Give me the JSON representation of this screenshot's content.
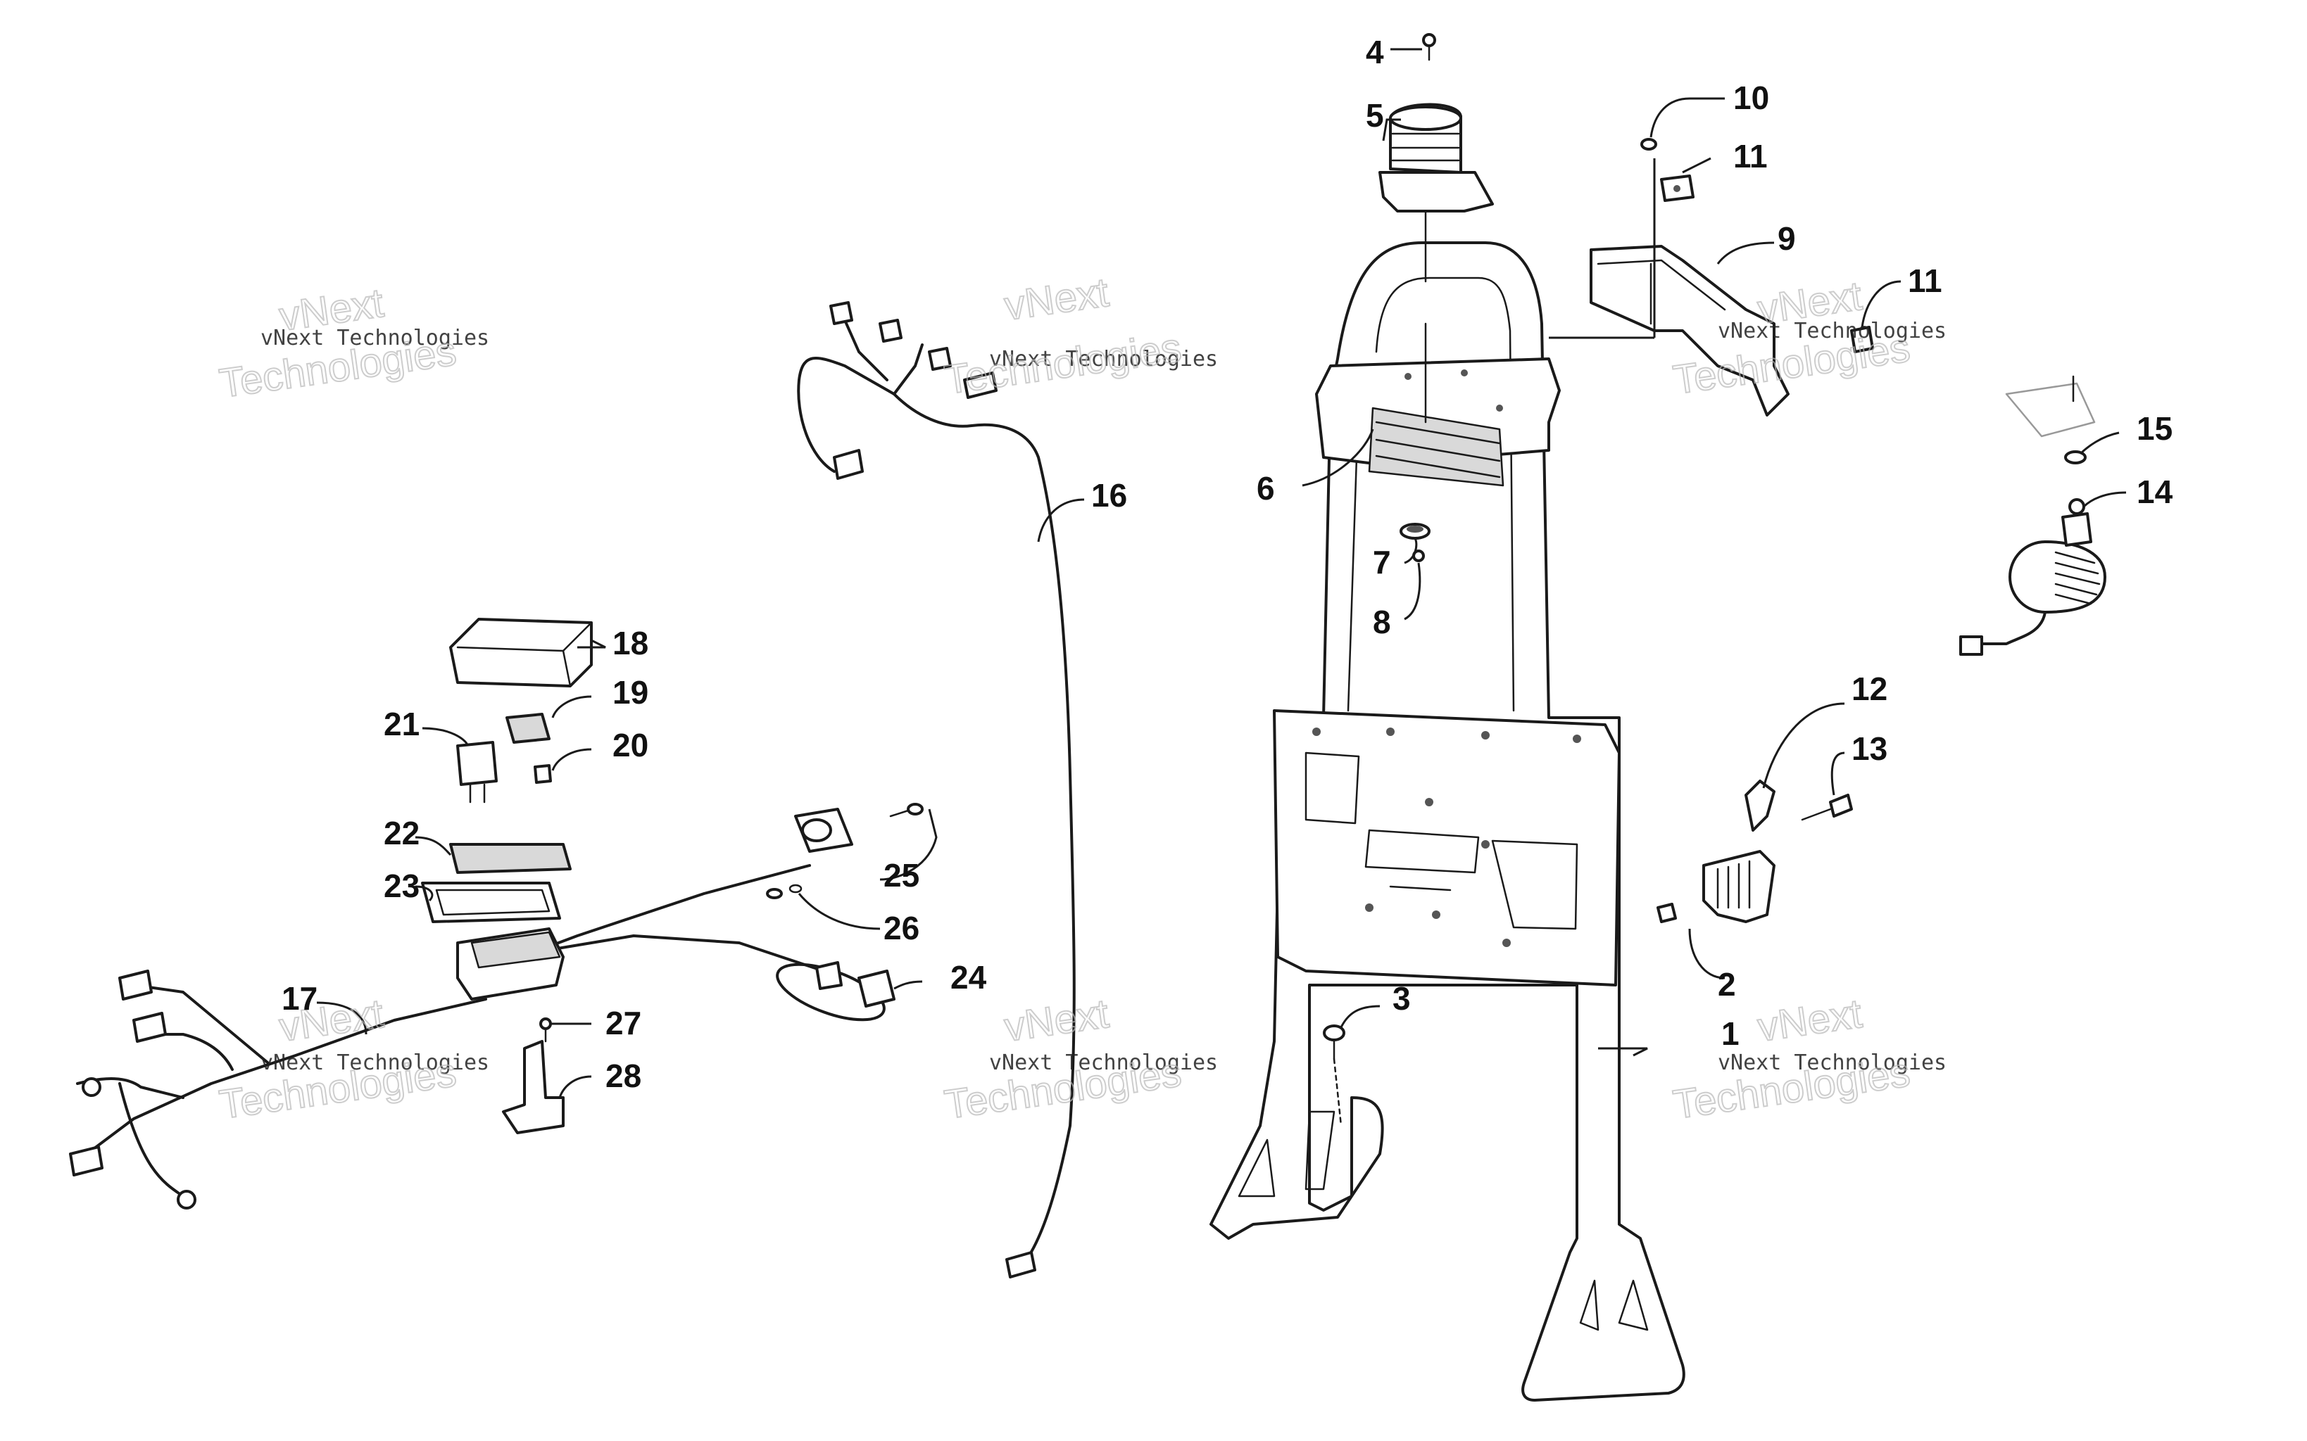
{
  "diagram": {
    "callouts": {
      "c1": "1",
      "c2": "2",
      "c3": "3",
      "c4": "4",
      "c5": "5",
      "c6": "6",
      "c7": "7",
      "c8": "8",
      "c9": "9",
      "c10": "10",
      "c11a": "11",
      "c11b": "11",
      "c12": "12",
      "c13": "13",
      "c14": "14",
      "c15": "15",
      "c16": "16",
      "c17": "17",
      "c18": "18",
      "c19": "19",
      "c20": "20",
      "c21": "21",
      "c22": "22",
      "c23": "23",
      "c24": "24",
      "c25": "25",
      "c26": "26",
      "c27": "27",
      "c28": "28"
    },
    "watermark": {
      "line1": "vNext",
      "line2": "vNext Technologies",
      "line3": "Technologies"
    }
  }
}
